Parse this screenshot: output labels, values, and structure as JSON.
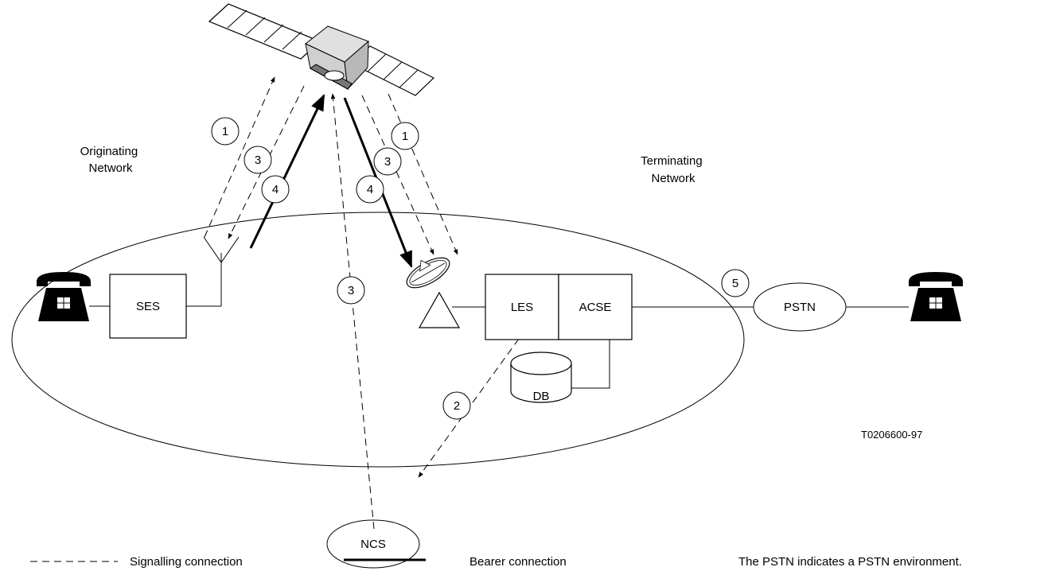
{
  "labels": {
    "originating_network": [
      "Originating",
      "Network"
    ],
    "terminating_network": [
      "Terminating",
      "Network"
    ],
    "ses": "SES",
    "les": "LES",
    "acse": "ACSE",
    "db": "DB",
    "pstn": "PSTN",
    "ncs": "NCS",
    "figure_id": "T0206600-97"
  },
  "step_markers": {
    "orig_1": "1",
    "orig_3": "3",
    "orig_4": "4",
    "term_1": "1",
    "term_3": "3",
    "term_4": "4",
    "ncs_3": "3",
    "db_2": "2",
    "pstn_5": "5"
  },
  "legend": {
    "signalling": "Signalling connection",
    "bearer": "Bearer connection",
    "note": "The PSTN indicates a PSTN environment."
  },
  "icons": [
    "satellite-icon",
    "telephone-icon",
    "antenna-icon",
    "dish-antenna-icon",
    "database-icon"
  ]
}
